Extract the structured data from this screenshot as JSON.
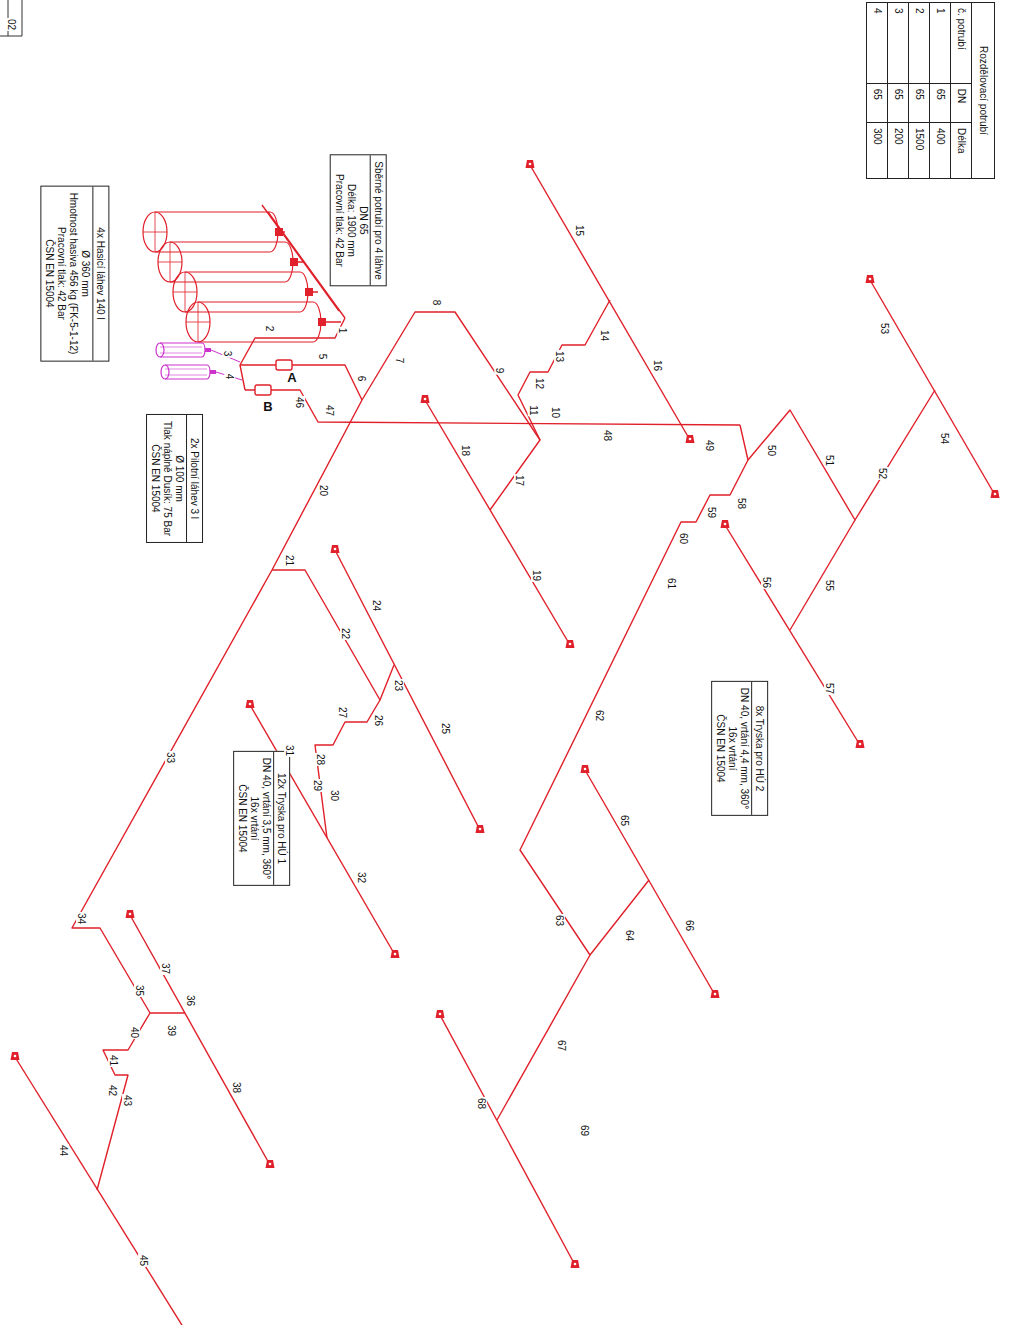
{
  "diagram": {
    "nodes": [
      {
        "text": [
          "Sběrné potrubí pro 4 láhve",
          "DN 65",
          "Délka: 1900 mm",
          "Pracovní tlak: 42 Bar"
        ]
      },
      {
        "text": [
          "4x Hasicí láhev 140 l",
          "Ø 360 mm",
          "Hmotnost hasiva 456 kg (FK-5-1-12)",
          "Pracovní tlak: 42 Bar",
          "ČSN EN 15004"
        ]
      },
      {
        "text": [
          "2x Pilotní láhev 3 l",
          "Ø 100 mm",
          "Tlak náplně Dusík: 75 Bar",
          "ČSN EN 15004"
        ]
      },
      {
        "text": [
          "12x Tryska pro HÚ 1",
          "DN 40, vrtání 3,5 mm, 360°",
          "16x vrtání",
          "ČSN EN 15004"
        ]
      },
      {
        "text": [
          "8x Tryska pro HÚ 2",
          "DN 40, vrtání 4,4 mm, 360°",
          "16x vrtání",
          "ČSN EN 15004"
        ]
      },
      {
        "text": [
          "Rozdělovací potrubí"
        ]
      }
    ],
    "labels": [
      "02",
      "A",
      "B",
      "1",
      "2",
      "3",
      "4",
      "5",
      "6",
      "7",
      "8",
      "9",
      "10",
      "11",
      "12",
      "13",
      "14",
      "15",
      "16",
      "17",
      "18",
      "19",
      "20",
      "21",
      "22",
      "23",
      "24",
      "25",
      "26",
      "27",
      "28",
      "29",
      "30",
      "31",
      "32",
      "33",
      "34",
      "35",
      "36",
      "37",
      "38",
      "39",
      "40",
      "41",
      "42",
      "43",
      "44",
      "45",
      "46",
      "47",
      "48",
      "49",
      "50",
      "51",
      "52",
      "53",
      "54",
      "55",
      "56",
      "57",
      "58",
      "59",
      "60",
      "61",
      "62",
      "63",
      "64",
      "65",
      "66",
      "67",
      "68",
      "69",
      "č. potrubí",
      "DN",
      "Délka",
      "1",
      "65",
      "400",
      "2",
      "65",
      "1500",
      "3",
      "65",
      "200",
      "4",
      "65",
      "300"
    ]
  }
}
